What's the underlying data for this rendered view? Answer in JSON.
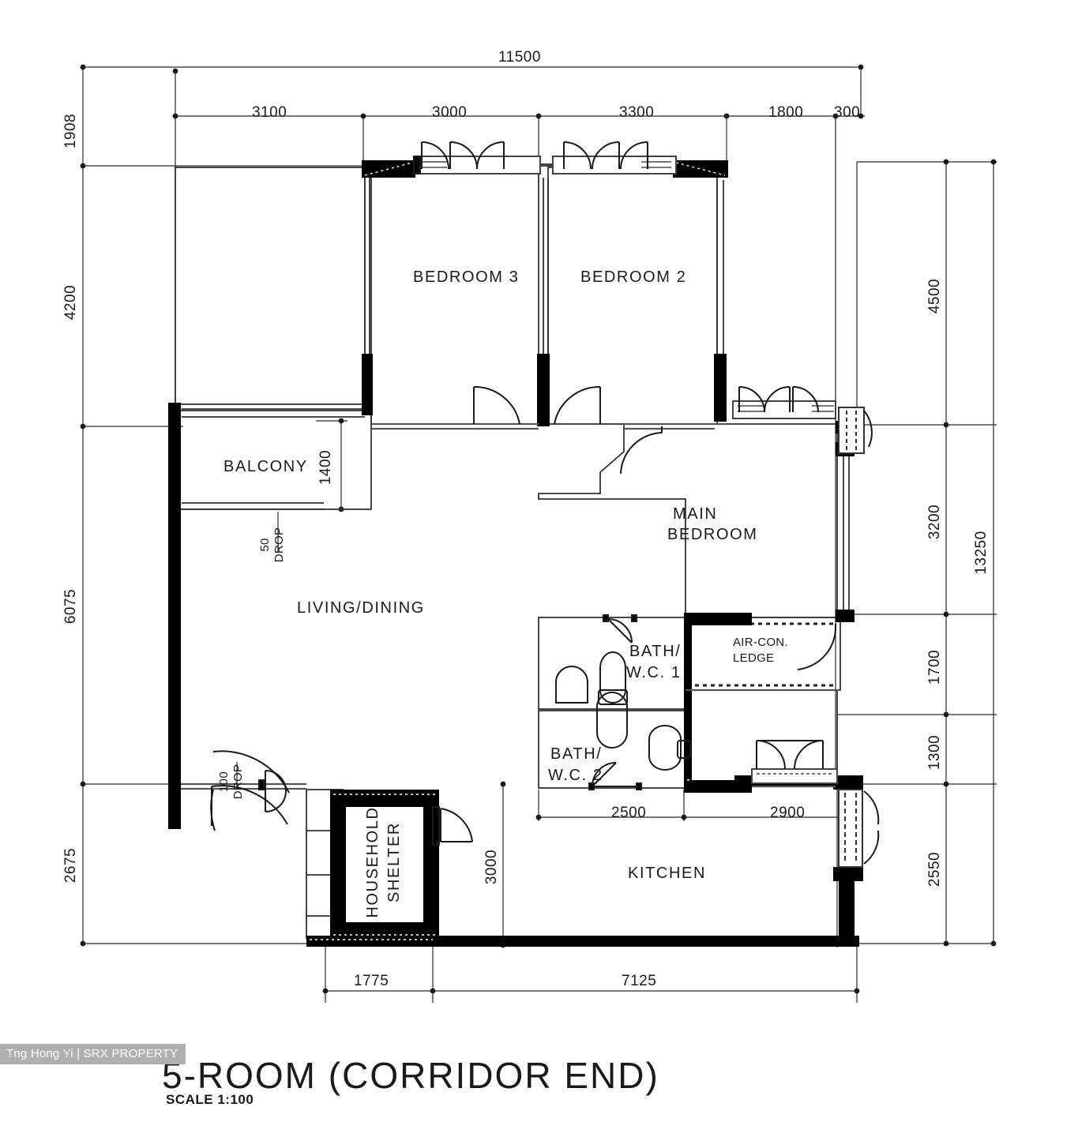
{
  "watermark": "Tng Hong Yi | SRX PROPERTY",
  "title": {
    "name": "5-ROOM (CORRIDOR END)",
    "scale": "SCALE 1:100"
  },
  "rooms": [
    {
      "id": "bedroom3",
      "label": "BEDROOM 3"
    },
    {
      "id": "bedroom2",
      "label": "BEDROOM 2"
    },
    {
      "id": "balcony",
      "label": "BALCONY"
    },
    {
      "id": "living",
      "label": "LIVING/DINING"
    },
    {
      "id": "mainbed1",
      "label": "MAIN"
    },
    {
      "id": "mainbed2",
      "label": "BEDROOM"
    },
    {
      "id": "bath1a",
      "label": "BATH/"
    },
    {
      "id": "bath1b",
      "label": "W.C.  1"
    },
    {
      "id": "bath2a",
      "label": "BATH/"
    },
    {
      "id": "bath2b",
      "label": "W.C.  2"
    },
    {
      "id": "aircon1",
      "label": "AIR-CON."
    },
    {
      "id": "aircon2",
      "label": "LEDGE"
    },
    {
      "id": "shelter1",
      "label": "HOUSEHOLD"
    },
    {
      "id": "shelter2",
      "label": "SHELTER"
    },
    {
      "id": "kitchen",
      "label": "KITCHEN"
    }
  ],
  "dimensions": {
    "top_overall": "11500",
    "top_chain": [
      "3100",
      "3000",
      "3300",
      "1800",
      "300"
    ],
    "left_chain": [
      "1908",
      "4200",
      "6075",
      "2675"
    ],
    "right_overall": "13250",
    "right_chain": [
      "4500",
      "3200",
      "1700",
      "1300",
      "2550"
    ],
    "bottom_chain": [
      "1775",
      "7125"
    ],
    "interior": [
      "1400",
      "2500",
      "2900",
      "3000"
    ],
    "drops": [
      {
        "value": "50",
        "note": "DROP"
      },
      {
        "value": "100",
        "note": "DROP"
      }
    ]
  },
  "colors": {
    "line": "#1a1a1a",
    "wall_fill": "#000000",
    "thin_line": "#555555",
    "watermark_bg": "#b0b0b0",
    "background": "#ffffff"
  }
}
